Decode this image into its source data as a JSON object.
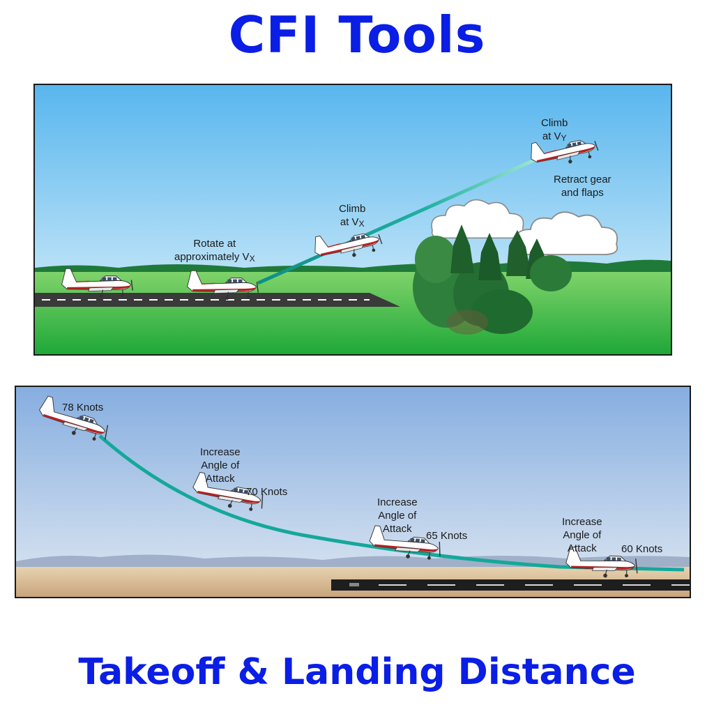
{
  "header": {
    "title": "CFI Tools"
  },
  "footer": {
    "subtitle": "Takeoff & Landing Distance"
  },
  "takeoff": {
    "rotate_line1": "Rotate at",
    "rotate_line2": "approximately V",
    "rotate_sub": "X",
    "climb_vx_line1": "Climb",
    "climb_vx_line2": "at V",
    "climb_vx_sub": "X",
    "climb_vy_line1": "Climb",
    "climb_vy_line2": "at V",
    "climb_vy_sub": "Y",
    "retract_line1": "Retract gear",
    "retract_line2": "and flaps"
  },
  "landing": {
    "speed1": "78 Knots",
    "speed2": "70 Knots",
    "speed3": "65 Knots",
    "speed4": "60 Knots",
    "aoa_line1": "Increase",
    "aoa_line2": "Angle of",
    "aoa_line3": "Attack"
  },
  "colors": {
    "title": "#0a1ee6",
    "flight_path": "#14a89a",
    "sky_top": "#5ab8ee",
    "grass": "#3dbb3d",
    "runway": "#3a3a3a"
  }
}
